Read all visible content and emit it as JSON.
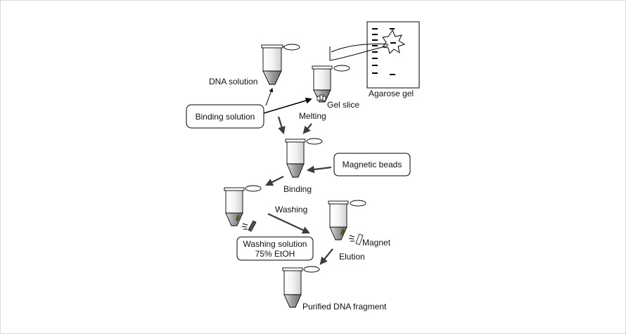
{
  "labels": {
    "dna_solution": "DNA solution",
    "gel_slice": "Gel slice",
    "agarose_gel": "Agarose gel",
    "melting": "Melting",
    "binding": "Binding",
    "washing": "Washing",
    "magnet": "Magnet",
    "elution": "Elution",
    "purified": "Purified DNA fragment"
  },
  "boxes": {
    "binding_solution": "Binding solution",
    "magnetic_beads": "Magnetic beads",
    "washing_solution_line1": "Washing solution",
    "washing_solution_line2": "75% EtOH"
  },
  "colors": {
    "arrow": "#3d3d3d",
    "tube_fill": "#f2f2f2",
    "tip_fill": "#9a9a9a",
    "beads": "#4a5a2a"
  }
}
